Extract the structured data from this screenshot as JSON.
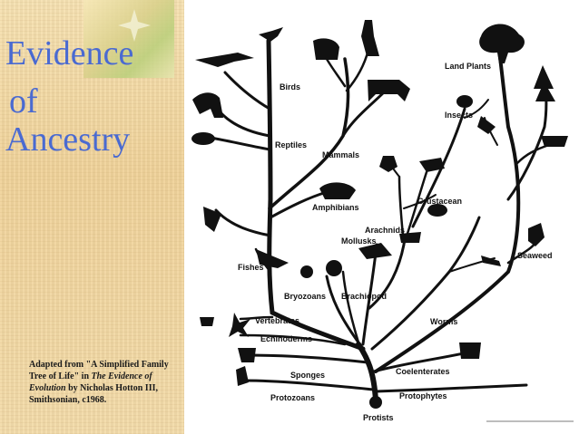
{
  "title": {
    "line1": "Evidence",
    "line2": "of",
    "line3": "Ancestry"
  },
  "caption": {
    "part1": "Adapted from \"A Simplified Family Tree of Life\" in ",
    "italic": "The Evidence of Evolution",
    "part2": " by Nicholas Hotton III, Smithsonian, c1968."
  },
  "diagram": {
    "labels": {
      "birds": "Birds",
      "land_plants": "Land Plants",
      "insects": "Insects",
      "reptiles": "Reptiles",
      "mammals": "Mammals",
      "crustacean": "Crustacean",
      "amphibians": "Amphibians",
      "arachnids": "Arachnids",
      "mollusks": "Mollusks",
      "seaweed": "Seaweed",
      "fishes": "Fishes",
      "bryozoans": "Bryozoans",
      "brachiopod": "Brachiopod",
      "vertebrates": "Vertebrates",
      "worms": "Worms",
      "echinoderms": "Echinoderms",
      "sponges": "Sponges",
      "coelenterates": "Coelenterates",
      "protophytes": "Protophytes",
      "protozoans": "Protozoans",
      "protists": "Protists"
    }
  }
}
